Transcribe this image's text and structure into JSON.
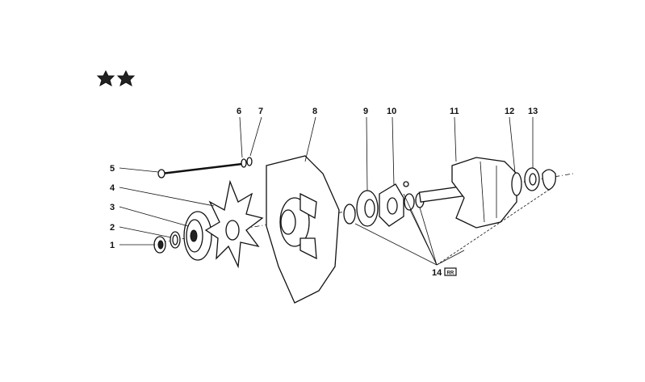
{
  "diagram": {
    "type": "exploded-parts-view",
    "markers": [
      "★★"
    ],
    "callouts": [
      {
        "number": "1"
      },
      {
        "number": "2"
      },
      {
        "number": "3"
      },
      {
        "number": "4"
      },
      {
        "number": "5"
      },
      {
        "number": "6"
      },
      {
        "number": "7"
      },
      {
        "number": "8"
      },
      {
        "number": "9"
      },
      {
        "number": "10"
      },
      {
        "number": "11"
      },
      {
        "number": "12"
      },
      {
        "number": "13"
      },
      {
        "number": "14",
        "badge": "RR"
      }
    ]
  }
}
